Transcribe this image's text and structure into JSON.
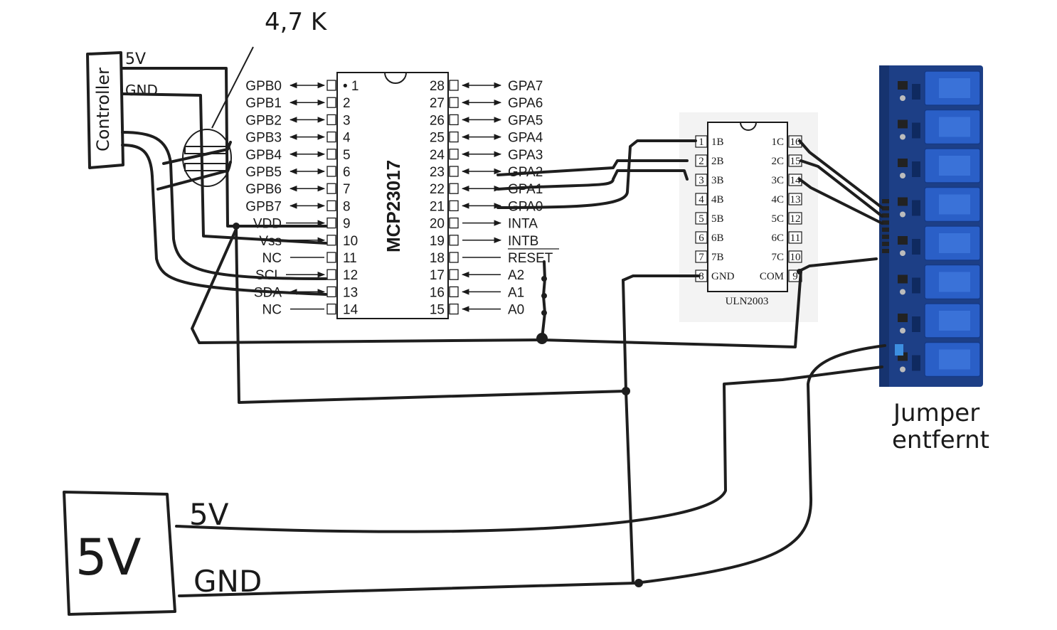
{
  "mcp": {
    "name": "MCP23017",
    "left_pins": [
      {
        "num": "1",
        "label": "GPB0",
        "dot": "•"
      },
      {
        "num": "2",
        "label": "GPB1",
        "dot": ""
      },
      {
        "num": "3",
        "label": "GPB2",
        "dot": ""
      },
      {
        "num": "4",
        "label": "GPB3",
        "dot": ""
      },
      {
        "num": "5",
        "label": "GPB4",
        "dot": ""
      },
      {
        "num": "6",
        "label": "GPB5",
        "dot": ""
      },
      {
        "num": "7",
        "label": "GPB6",
        "dot": ""
      },
      {
        "num": "8",
        "label": "GPB7",
        "dot": ""
      },
      {
        "num": "9",
        "label": "VDD",
        "dot": ""
      },
      {
        "num": "10",
        "label": "Vss",
        "dot": ""
      },
      {
        "num": "11",
        "label": "NC",
        "dot": ""
      },
      {
        "num": "12",
        "label": "SCL",
        "dot": ""
      },
      {
        "num": "13",
        "label": "SDA",
        "dot": ""
      },
      {
        "num": "14",
        "label": "NC",
        "dot": ""
      }
    ],
    "right_pins": [
      {
        "num": "28",
        "label": "GPA7"
      },
      {
        "num": "27",
        "label": "GPA6"
      },
      {
        "num": "26",
        "label": "GPA5"
      },
      {
        "num": "25",
        "label": "GPA4"
      },
      {
        "num": "24",
        "label": "GPA3"
      },
      {
        "num": "23",
        "label": "GPA2"
      },
      {
        "num": "22",
        "label": "GPA1"
      },
      {
        "num": "21",
        "label": "GPA0"
      },
      {
        "num": "20",
        "label": "INTA"
      },
      {
        "num": "19",
        "label": "INTB"
      },
      {
        "num": "18",
        "label": "RESET"
      },
      {
        "num": "17",
        "label": "A2"
      },
      {
        "num": "16",
        "label": "A1"
      },
      {
        "num": "15",
        "label": "A0"
      }
    ]
  },
  "uln": {
    "name": "ULN2003",
    "left_pins": [
      {
        "num": "1",
        "label": "1B"
      },
      {
        "num": "2",
        "label": "2B"
      },
      {
        "num": "3",
        "label": "3B"
      },
      {
        "num": "4",
        "label": "4B"
      },
      {
        "num": "5",
        "label": "5B"
      },
      {
        "num": "6",
        "label": "6B"
      },
      {
        "num": "7",
        "label": "7B"
      },
      {
        "num": "8",
        "label": "GND"
      }
    ],
    "right_pins": [
      {
        "num": "16",
        "label": "1C"
      },
      {
        "num": "15",
        "label": "2C"
      },
      {
        "num": "14",
        "label": "3C"
      },
      {
        "num": "13",
        "label": "4C"
      },
      {
        "num": "12",
        "label": "5C"
      },
      {
        "num": "11",
        "label": "6C"
      },
      {
        "num": "10",
        "label": "7C"
      },
      {
        "num": "9",
        "label": "COM"
      }
    ]
  },
  "controller": {
    "label": "Controller",
    "pin_5v": "5V",
    "pin_gnd": "GND"
  },
  "resistor_note": "4,7 K",
  "psu": {
    "label": "5V",
    "pin_5v": "5V",
    "pin_gnd": "GND"
  },
  "relay_note": {
    "line1": "Jumper",
    "line2": "entfernt"
  },
  "colors": {
    "ink": "#1e1e1e",
    "relay_board": "#1d3f86",
    "relay_block": "#2a5fc7"
  }
}
